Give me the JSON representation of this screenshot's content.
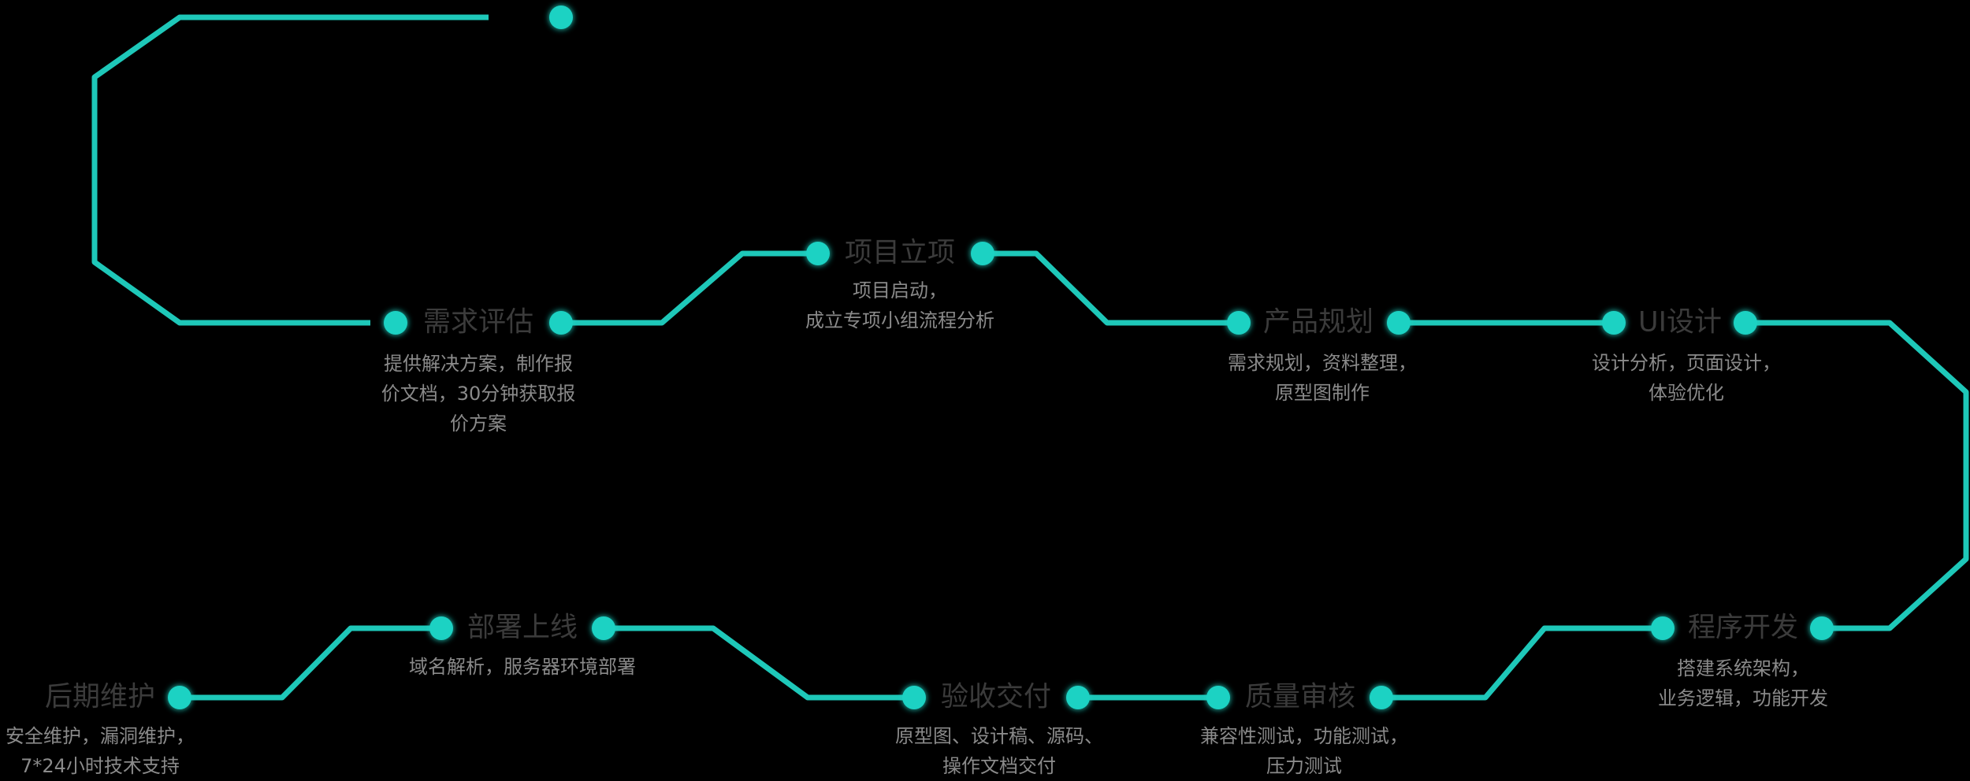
{
  "colors": {
    "background": "#000000",
    "line": "#1ec8b9",
    "node": "#1ed2c3",
    "title": "#3b3b3b",
    "desc": "#8a8a8a"
  },
  "steps": [
    {
      "title": "需求评估",
      "desc": [
        "提供解决方案，制作报",
        "价文档，30分钟获取报",
        "价方案"
      ]
    },
    {
      "title": "项目立项",
      "desc": [
        "项目启动，",
        "成立专项小组流程分析"
      ]
    },
    {
      "title": "产品规划",
      "desc": [
        "需求规划，资料整理，",
        "原型图制作"
      ]
    },
    {
      "title": "UI设计",
      "desc": [
        "设计分析，页面设计，",
        "体验优化"
      ]
    },
    {
      "title": "程序开发",
      "desc": [
        "搭建系统架构，",
        "业务逻辑，功能开发"
      ]
    },
    {
      "title": "质量审核",
      "desc": [
        "兼容性测试，功能测试，",
        "压力测试"
      ]
    },
    {
      "title": "验收交付",
      "desc": [
        "原型图、设计稿、源码、",
        "操作文档交付"
      ]
    },
    {
      "title": "部署上线",
      "desc": [
        "域名解析，服务器环境部署"
      ]
    },
    {
      "title": "后期维护",
      "desc": [
        "安全维护，漏洞维护，",
        "7*24小时技术支持"
      ]
    }
  ]
}
